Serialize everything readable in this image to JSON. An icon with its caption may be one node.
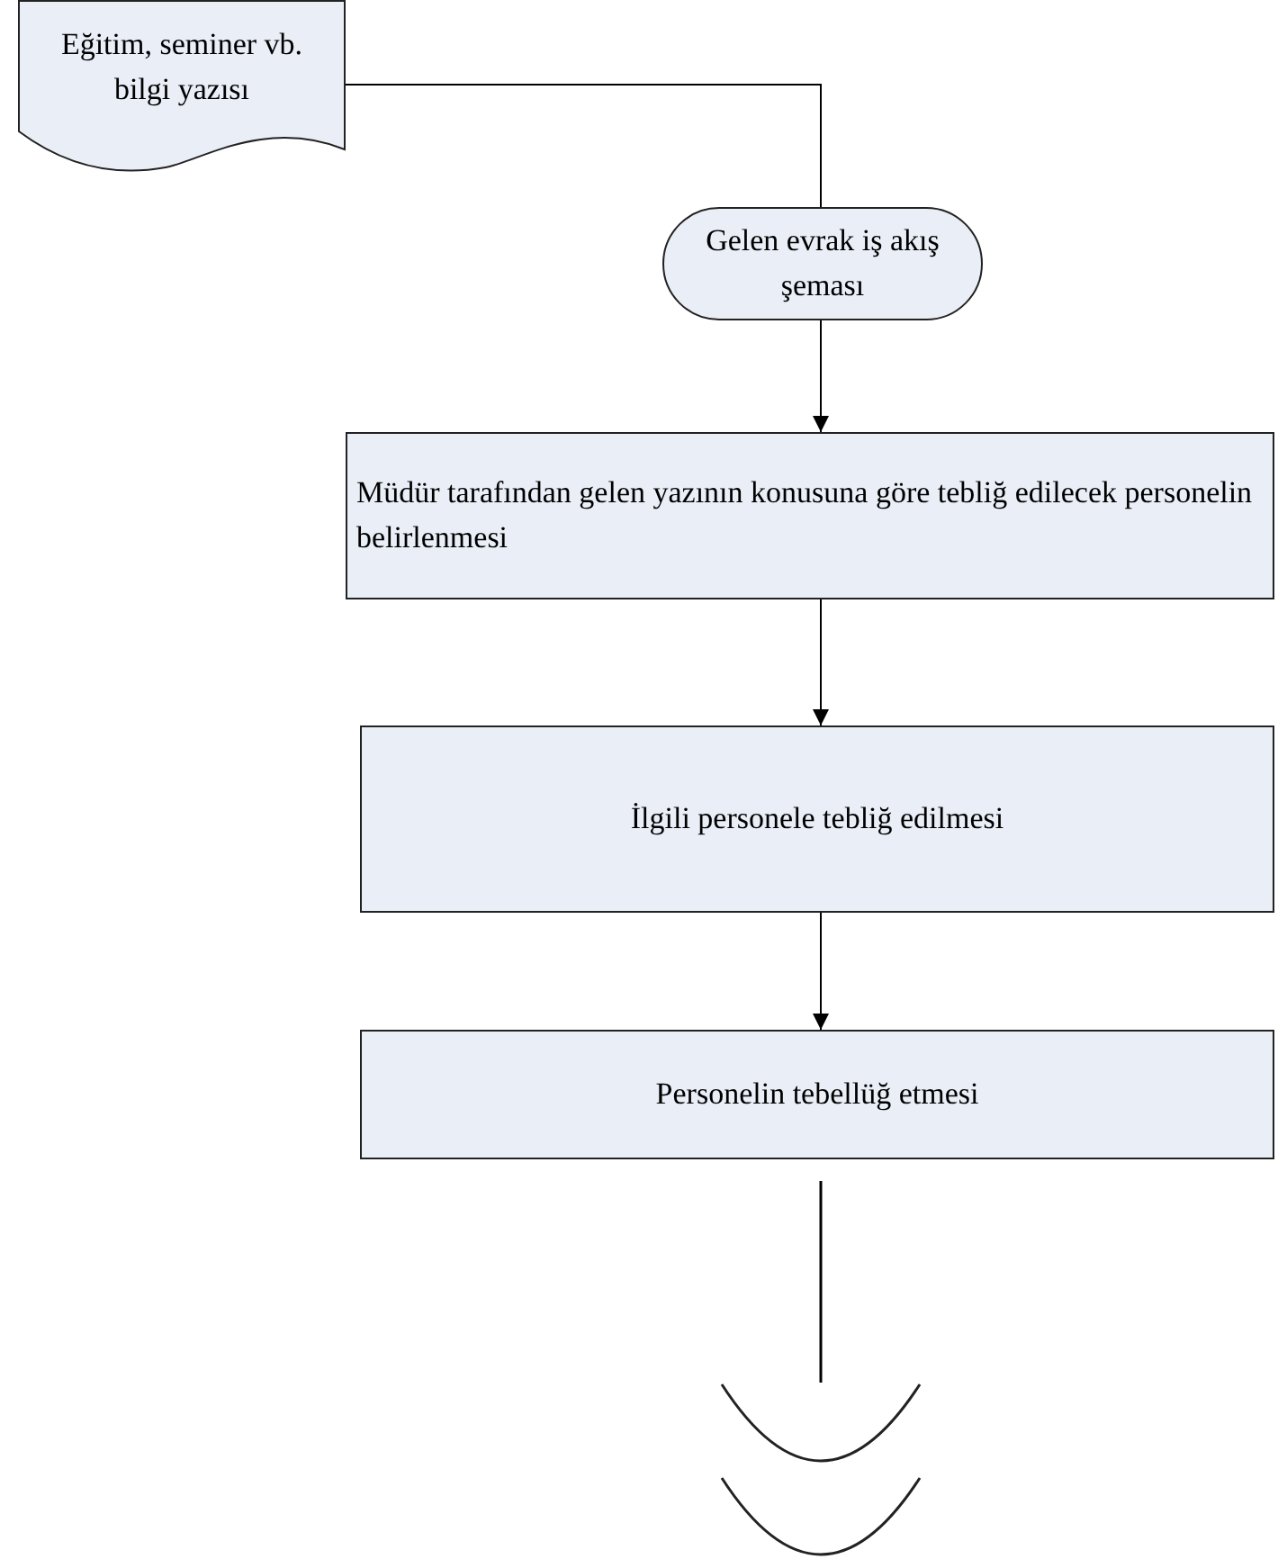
{
  "diagram": {
    "nodes": [
      {
        "text": [
          "Eğitim, seminer vb. bilgi yazısı"
        ]
      },
      {
        "text": [
          "Gelen evrak iş akış şeması"
        ]
      },
      {
        "text": [
          "Müdür tarafından gelen yazının konusuna göre tebliğ edilecek personelin belirlenmesi"
        ]
      },
      {
        "text": [
          "İlgili personele tebliğ edilmesi"
        ]
      },
      {
        "text": [
          "Personelin tebellüğ etmesi"
        ]
      },
      {
        "text": [],
        "shape": "arc"
      },
      {
        "text": [],
        "shape": "arc"
      }
    ],
    "edges": [
      {
        "from": 0,
        "to": 1,
        "arrow": "none"
      },
      {
        "from": 1,
        "to": 2,
        "arrow": "to"
      },
      {
        "from": 2,
        "to": 3,
        "arrow": "to"
      },
      {
        "from": 3,
        "to": 4,
        "arrow": "to"
      },
      {
        "from": null,
        "to": 5,
        "arrow": "none"
      }
    ]
  }
}
